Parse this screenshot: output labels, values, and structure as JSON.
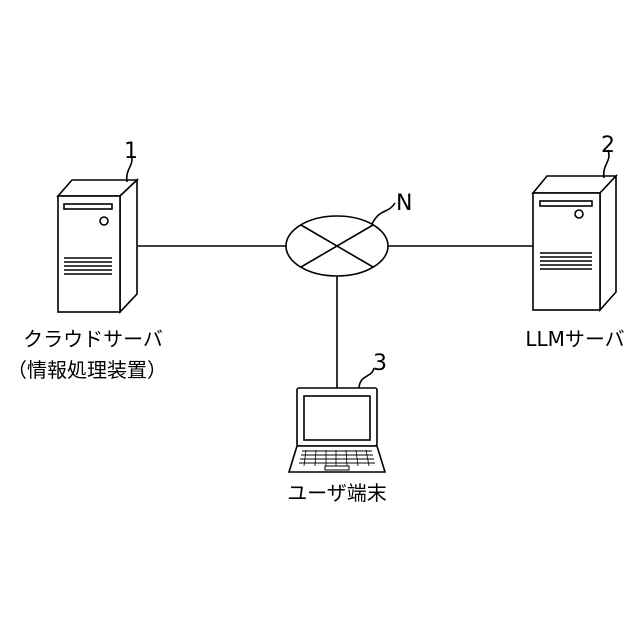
{
  "nodes": {
    "cloud_server": {
      "ref": "1",
      "label_line1": "クラウドサーバ",
      "label_line2": "（情報処理装置）"
    },
    "llm_server": {
      "ref": "2",
      "label": "LLMサーバ"
    },
    "user_terminal": {
      "ref": "3",
      "label": "ユーザ端末"
    },
    "network": {
      "ref": "N"
    }
  },
  "colors": {
    "stroke": "#000000",
    "background": "#ffffff"
  }
}
